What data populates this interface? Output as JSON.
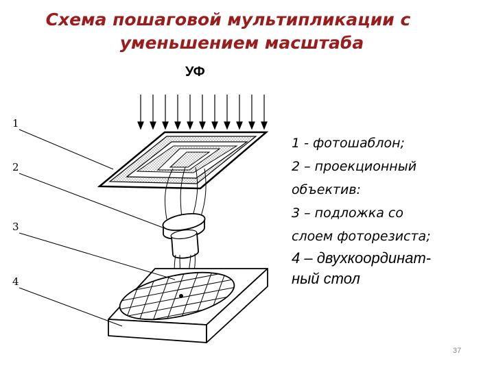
{
  "title": {
    "line1": "Схема пошаговой мультипликации с",
    "line2": "уменьшением масштаба"
  },
  "diagram": {
    "uv_label": "УФ",
    "callout_numbers": [
      "1",
      "2",
      "3",
      "4"
    ]
  },
  "legend": {
    "items": [
      "1  - фотошаблон;",
      "2 – проекционный",
      "объектив:",
      "3 – подложка со",
      "слоем фоторезиста;",
      "4 – двухкоординат-",
      "ный стол"
    ]
  },
  "footer": {
    "page_number": "37"
  }
}
